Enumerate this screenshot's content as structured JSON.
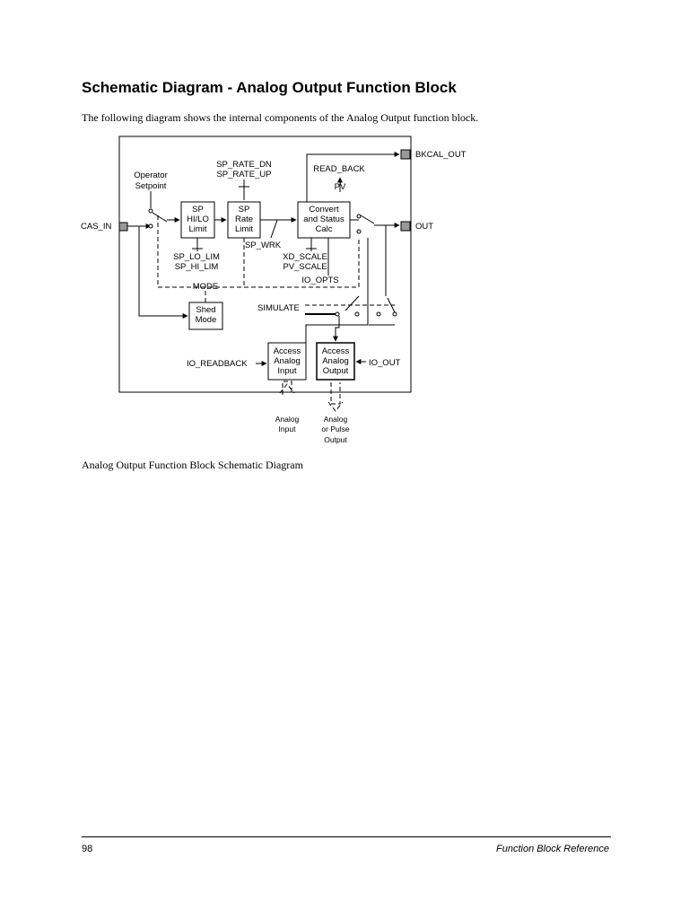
{
  "document": {
    "heading": "Schematic Diagram - Analog Output Function Block",
    "intro": "The following diagram shows the internal components of the Analog Output function block.",
    "caption": "Analog Output Function Block Schematic Diagram"
  },
  "diagram": {
    "ports": {
      "cas_in": "CAS_IN",
      "out": "OUT",
      "bkcal_out": "BKCAL_OUT"
    },
    "blocks": {
      "sp_limit": [
        "SP",
        "HI/LO",
        "Limit"
      ],
      "sp_rate": [
        "SP",
        "Rate",
        "Limit"
      ],
      "convert": [
        "Convert",
        "and Status",
        "Calc"
      ],
      "shed": [
        "Shed",
        "Mode"
      ],
      "access_input": [
        "Access",
        "Analog",
        "Input"
      ],
      "access_output": [
        "Access",
        "Analog",
        "Output"
      ]
    },
    "labels": {
      "operator_setpoint": [
        "Operator",
        "Setpoint"
      ],
      "sp_rate_dn": "SP_RATE_DN",
      "sp_rate_up": "SP_RATE_UP",
      "read_back": "READ_BACK",
      "pv": "PV",
      "sp_lo_lim": "SP_LO_LIM",
      "sp_hi_lim": "SP_HI_LIM",
      "sp_wrk": "SP_WRK",
      "xd_scale": "XD_SCALE",
      "pv_scale": "PV_SCALE",
      "io_opts": "IO_OPTS",
      "mode": "MODE",
      "simulate": "SIMULATE",
      "io_readback": "IO_READBACK",
      "io_out": "IO_OUT",
      "analog_input": [
        "Analog",
        "Input"
      ],
      "analog_output": [
        "Analog",
        "or Pulse",
        "Output"
      ]
    }
  },
  "footer": {
    "page_number": "98",
    "title": "Function Block Reference"
  }
}
